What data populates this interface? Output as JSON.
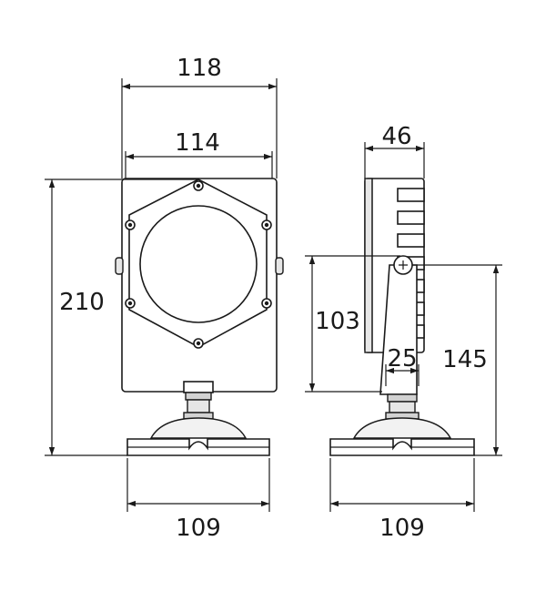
{
  "dimensions": {
    "front_outer_width": "118",
    "front_inner_width": "114",
    "front_total_height": "210",
    "front_base_width": "109",
    "side_depth": "46",
    "side_pivot_height": "103",
    "side_stem_width": "25",
    "side_mount_height": "145",
    "side_base_width": "109"
  }
}
